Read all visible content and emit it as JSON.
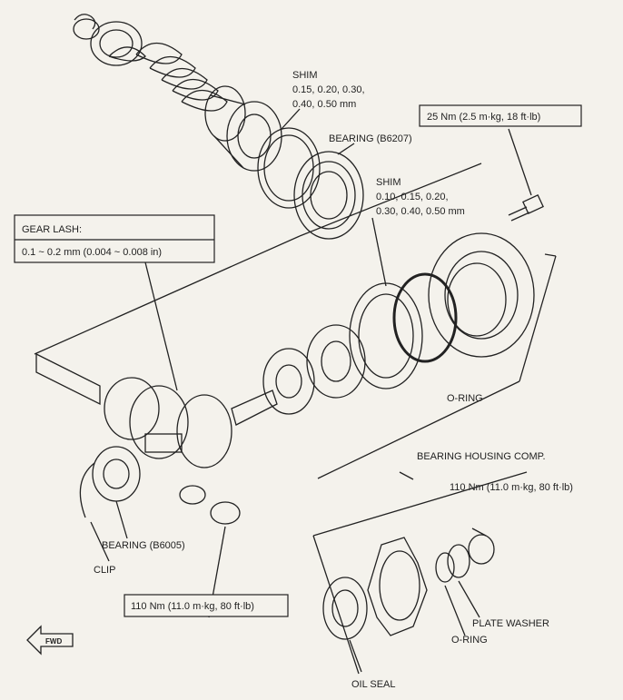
{
  "labels": {
    "shim_top_title": "SHIM",
    "shim_top_line1": "0.15, 0.20, 0.30,",
    "shim_top_line2": "0.40, 0.50 mm",
    "bearing_b6207": "BEARING (B6207)",
    "torque_bolt": "25 Nm (2.5 m·kg, 18 ft·lb)",
    "shim_mid_title": "SHIM",
    "shim_mid_line1": "0.10, 0.15, 0.20,",
    "shim_mid_line2": "0.30, 0.40, 0.50 mm",
    "gear_lash_title": "GEAR LASH:",
    "gear_lash_value": "0.1 ~ 0.2 mm (0.004 ~ 0.008 in)",
    "o_ring_mid": "O-RING",
    "bearing_housing": "BEARING HOUSING COMP.",
    "torque_flange": "110 Nm (11.0 m·kg, 80 ft·lb)",
    "bearing_b6005": "BEARING (B6005)",
    "clip": "CLIP",
    "torque_nut": "110 Nm (11.0 m·kg, 80 ft·lb)",
    "plate_washer": "PLATE WASHER",
    "o_ring_low": "O-RING",
    "oil_seal": "OIL SEAL",
    "fwd": "FWD"
  },
  "colors": {
    "ink": "#222222",
    "paper": "#f4f2ec"
  }
}
